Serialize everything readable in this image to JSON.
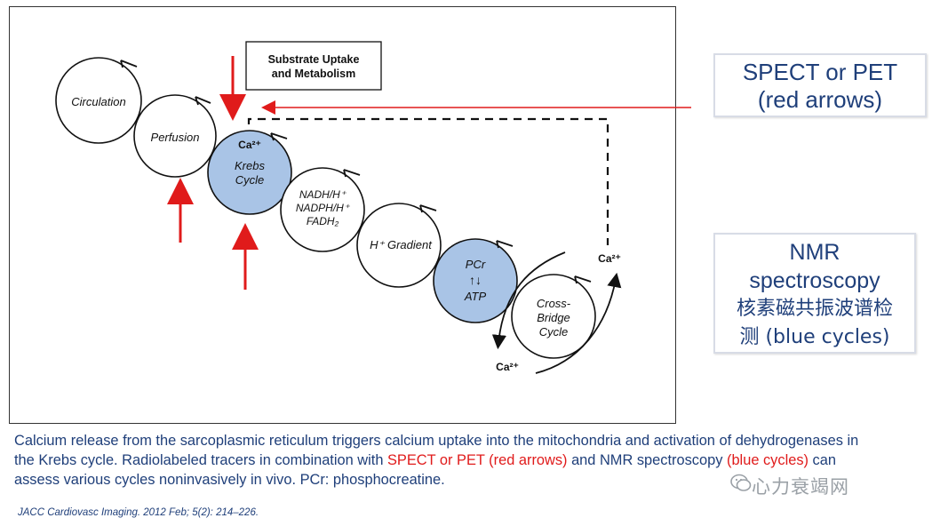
{
  "diagram": {
    "substrate_box": {
      "line1": "Substrate Uptake",
      "line2": "and Metabolism"
    },
    "circles": [
      {
        "id": "circulation",
        "lines": [
          "Circulation"
        ],
        "blue": false
      },
      {
        "id": "perfusion",
        "lines": [
          "Perfusion"
        ],
        "blue": false
      },
      {
        "id": "krebs",
        "lines": [
          "Krebs",
          "Cycle"
        ],
        "blue": true
      },
      {
        "id": "nadh",
        "lines": [
          "NADH/H⁺",
          "NADPH/H⁺",
          "FADH₂"
        ],
        "blue": false
      },
      {
        "id": "gradient",
        "lines": [
          "H⁺ Gradient"
        ],
        "blue": false
      },
      {
        "id": "pcr",
        "lines": [
          "PCr",
          "↑↓",
          "ATP"
        ],
        "blue": true
      },
      {
        "id": "crossbridge",
        "lines": [
          "Cross-",
          "Bridge",
          "Cycle"
        ],
        "blue": false
      }
    ],
    "ca_labels": {
      "krebs": "Ca²⁺",
      "right": "Ca²⁺",
      "bottom": "Ca²⁺"
    },
    "colors": {
      "blue_fill": "#a9c4e6",
      "red_arrow": "#e01b1b",
      "stroke": "#111111"
    }
  },
  "callouts": {
    "spect": {
      "line1": "SPECT or PET",
      "line2": "(red arrows)"
    },
    "nmr": {
      "line1": "NMR",
      "line2": "spectroscopy",
      "line3": "核素磁共振波谱检",
      "line4": "测 (blue cycles)"
    }
  },
  "caption": {
    "part1": "Calcium release from the sarcoplasmic reticulum triggers calcium uptake into the mitochondria and activation of dehydrogenases in the Krebs cycle. Radiolabeled tracers in combination with ",
    "red1": "SPECT or PET (red arrows)",
    "part2": " and NMR spectroscopy ",
    "red2": "(blue cycles)",
    "part3": " can assess various cycles noninvasively in vivo. PCr: phosphocreatine."
  },
  "citation": "JACC Cardiovasc Imaging. 2012 Feb; 5(2): 214–226.",
  "watermark": "心力衰竭网"
}
